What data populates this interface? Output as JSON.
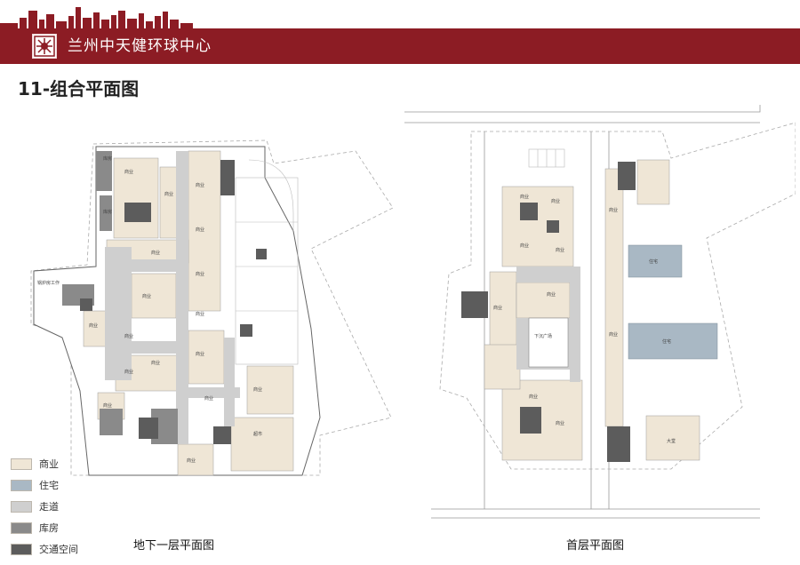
{
  "header": {
    "title": "兰州中天健环球中心",
    "brand_color": "#8c1c24"
  },
  "page_title": "11-组合平面图",
  "legend": [
    {
      "label": "商业",
      "color": "#efe6d6"
    },
    {
      "label": "住宅",
      "color": "#a9b8c4"
    },
    {
      "label": "走道",
      "color": "#cfcfcf"
    },
    {
      "label": "库房",
      "color": "#8a8a8a"
    },
    {
      "label": "交通空间",
      "color": "#5c5c5c"
    }
  ],
  "plans": {
    "basement": {
      "caption": "地下一层平面图",
      "labels": [
        "库房",
        "商业",
        "商业",
        "商业",
        "商业",
        "库房",
        "商业",
        "商业",
        "商业",
        "商业",
        "商业",
        "商业",
        "商业",
        "商业",
        "商业",
        "商业",
        "锅炉房工作",
        "超市",
        "商业",
        "商业",
        "商业"
      ]
    },
    "ground": {
      "caption": "首层平面图",
      "labels": [
        "商业",
        "商业",
        "商业",
        "商业",
        "商业",
        "商业",
        "商业",
        "商业",
        "下沉广场",
        "住宅",
        "住宅",
        "商业",
        "商业",
        "大堂"
      ]
    }
  }
}
